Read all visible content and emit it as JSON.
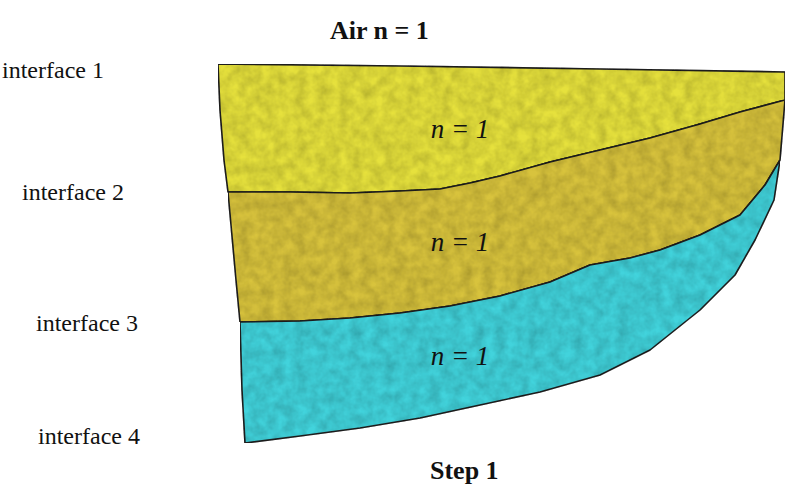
{
  "diagram": {
    "nodes": [
      {
        "text": [
          "n = 1"
        ]
      },
      {
        "text": [
          "n = 1"
        ]
      },
      {
        "text": [
          "n = 1"
        ]
      }
    ],
    "labels": [
      "Air  n = 1",
      "interface 1",
      "interface 2",
      "interface 3",
      "interface 4",
      "Step 1"
    ]
  }
}
